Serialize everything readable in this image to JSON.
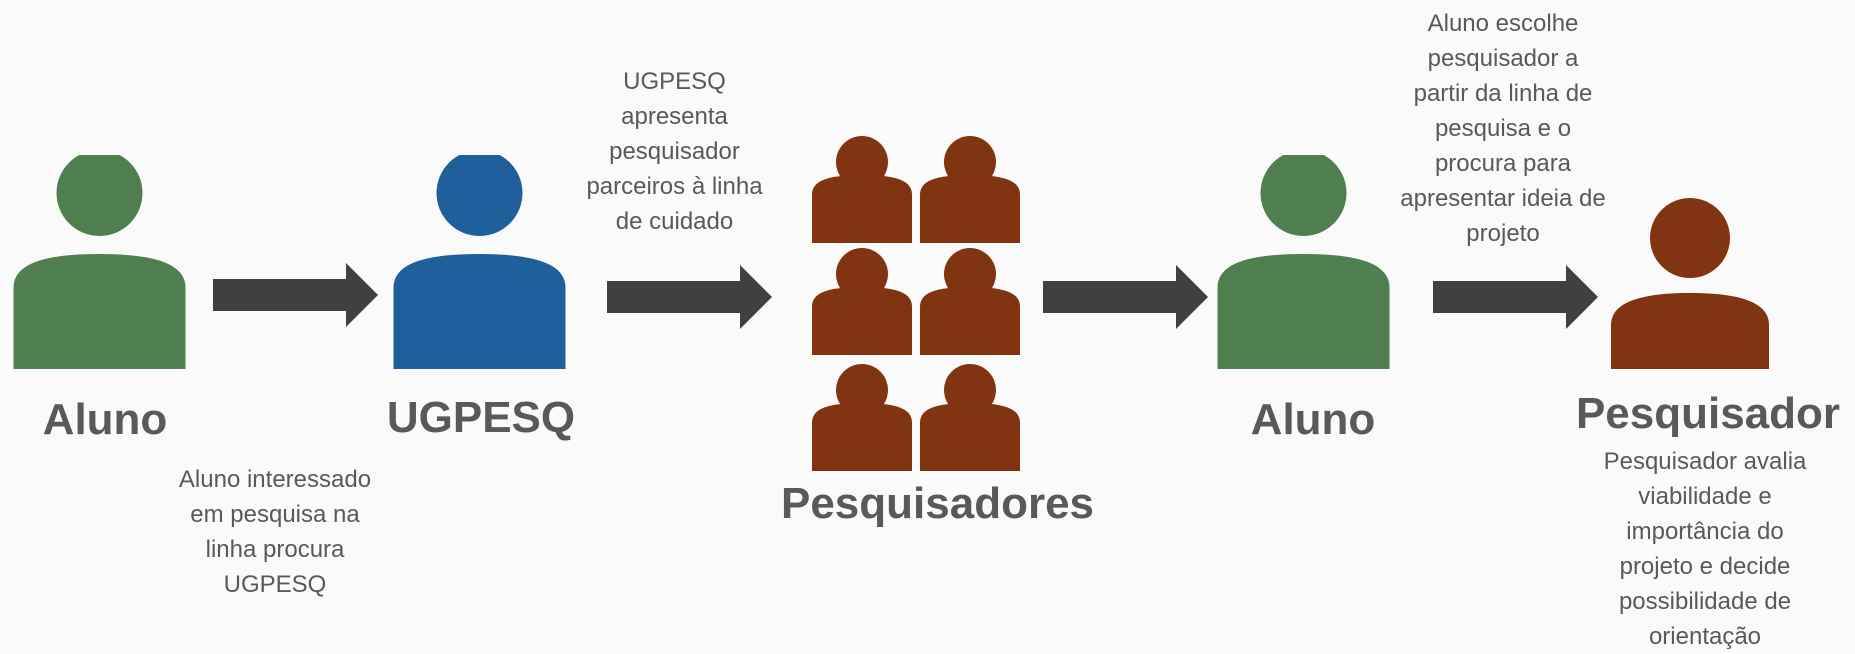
{
  "colors": {
    "aluno": "#4f7f4f",
    "ugpesq": "#1f5f9b",
    "pesquisador": "#813411",
    "arrow": "#404040",
    "text": "#595959"
  },
  "flow": {
    "aluno_1": {
      "title": "Aluno",
      "caption": "Aluno interessado\nem pesquisa na\nlinha procura\nUGPESQ"
    },
    "ugpesq": {
      "title": "UGPESQ",
      "caption": "UGPESQ\napresenta\npesquisador\nparceiros à linha\nde cuidado"
    },
    "pesquisadores": {
      "title": "Pesquisadores"
    },
    "aluno_2": {
      "title": "Aluno",
      "caption": "Aluno escolhe\npesquisador a\npartir da linha de\npesquisa e o\nprocura para\napresentar ideia de\nprojeto"
    },
    "pesquisador": {
      "title": "Pesquisador",
      "caption": "Pesquisador avalia\nviabilidade e\nimportância do\nprojeto e decide\npossibilidade de\norientação"
    }
  },
  "icons": {
    "person": "person-icon",
    "arrow": "arrow-right-icon"
  }
}
